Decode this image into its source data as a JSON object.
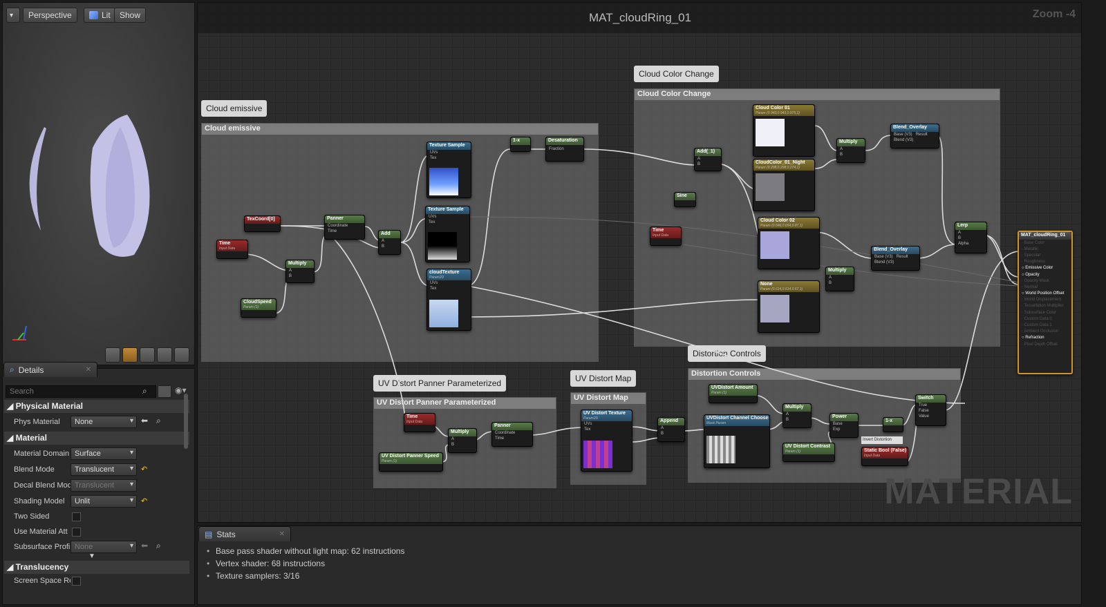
{
  "viewport": {
    "dropdown_icon": "chevron-down-icon",
    "perspective_label": "Perspective",
    "lit_label": "Lit",
    "show_label": "Show",
    "axis_icon": "xyz-axis-gizmo-icon",
    "preview_shapes": [
      "cylinder-preview-icon",
      "sphere-preview-icon",
      "plane-preview-icon",
      "cube-preview-icon",
      "mesh-preview-icon"
    ]
  },
  "details": {
    "tab_label": "Details",
    "search_placeholder": "Search",
    "sections": {
      "physical": "Physical Material",
      "material": "Material",
      "translucency": "Translucency"
    },
    "phys_material": {
      "label": "Phys Material",
      "value": "None"
    },
    "material_domain": {
      "label": "Material Domain",
      "value": "Surface"
    },
    "blend_mode": {
      "label": "Blend Mode",
      "value": "Translucent"
    },
    "decal_blend": {
      "label": "Decal Blend Mod",
      "value": "Translucent"
    },
    "shading_model": {
      "label": "Shading Model",
      "value": "Unlit"
    },
    "two_sided": {
      "label": "Two Sided"
    },
    "use_material_attr": {
      "label": "Use Material Att"
    },
    "subsurface": {
      "label": "Subsurface Profi",
      "value": "None"
    },
    "screen_space": {
      "label": "Screen Space Re"
    }
  },
  "graph": {
    "title": "MAT_cloudRing_01",
    "zoom": "Zoom -4",
    "watermark": "MATERIAL",
    "comments": {
      "cloud_emissive": "Cloud emissive",
      "cloud_color_change": "Cloud Color Change",
      "uv_distort_panner": "UV Distort Panner Parameterized",
      "uv_distort_map": "UV Distort Map",
      "distortion_controls": "Distortion Controls"
    },
    "nodes": {
      "texcoord": "TexCoord[0]",
      "time": "Time",
      "input_data": "Input Data",
      "multiply": "Multiply",
      "cloud_speed": "CloudSpeed",
      "param_sub": "Param (1)",
      "panner": "Panner",
      "add": "Add",
      "texture_sample": "Texture Sample",
      "cloud_texture": "cloudTexture",
      "param2d": "Param2D",
      "one_minus": "1-x",
      "desaturation": "Desaturation",
      "fraction": "Fraction",
      "coordinate": "Coordinate",
      "time_pin": "Time",
      "uvs": "UVs",
      "tex": "Tex",
      "a": "A",
      "b": "B",
      "cloud_color_01": "Cloud Color 01",
      "cloud_color_01_sub": "Param (0.943,0.943,0.975,1)",
      "cloud_color_night": "CloudColor_01_Night",
      "cloud_color_night_sub": "Param (0.208,0.208,0.274,1)",
      "cloud_color_02": "Cloud Color 02",
      "cloud_color_02_sub": "Param (0.646,0.654,0.87,1)",
      "none_node": "None",
      "none_sub": "Param (0.614,0.614,0.67,1)",
      "add_func": "Add(_1)",
      "sine": "Sine",
      "blend_overlay": "Blend_Overlay",
      "base_v3": "Base (V3)",
      "blend_v3": "Blend (V3)",
      "result": "Result",
      "lerp": "Lerp",
      "alpha": "Alpha",
      "uv_distort_panner_speed": "UV Distort Panner Speed",
      "uv_distort_texture": "UV Distort Texture",
      "append": "Append",
      "uv_distort_amount": "UVDistort Amount",
      "uv_distort_channel": "UVDistort Channel Choose",
      "mask_param": "Mask Param",
      "uv_distort_contrast": "UV Distort Contrast",
      "power": "Power",
      "base": "Base",
      "exp": "Exp",
      "switch": "Switch",
      "true": "True",
      "false": "False",
      "value": "Value",
      "invert_distortion": "Invert Distortion",
      "static_bool": "Static Bool (False)"
    },
    "result_node": {
      "title": "MAT_cloudRing_01",
      "pins": [
        "Base Color",
        "Metallic",
        "Specular",
        "Roughness",
        "Emissive Color",
        "Opacity",
        "Opacity Mask",
        "Normal",
        "World Position Offset",
        "World Displacement",
        "Tessellation Multiplier",
        "Subsurface Color",
        "Custom Data 0",
        "Custom Data 1",
        "Ambient Occlusion",
        "Refraction",
        "Pixel Depth Offset"
      ],
      "active": [
        4,
        5,
        8,
        15
      ]
    }
  },
  "stats": {
    "tab_label": "Stats",
    "lines": [
      "Base pass shader without light map: 62 instructions",
      "Vertex shader: 68 instructions",
      "Texture samplers: 3/16"
    ]
  },
  "colors": {
    "param_green": "#587a49",
    "texture_blue": "#3c6e8e",
    "input_red": "#9a2b2b",
    "vector_gold": "#8a7a35",
    "result_outline": "#d0952a"
  }
}
